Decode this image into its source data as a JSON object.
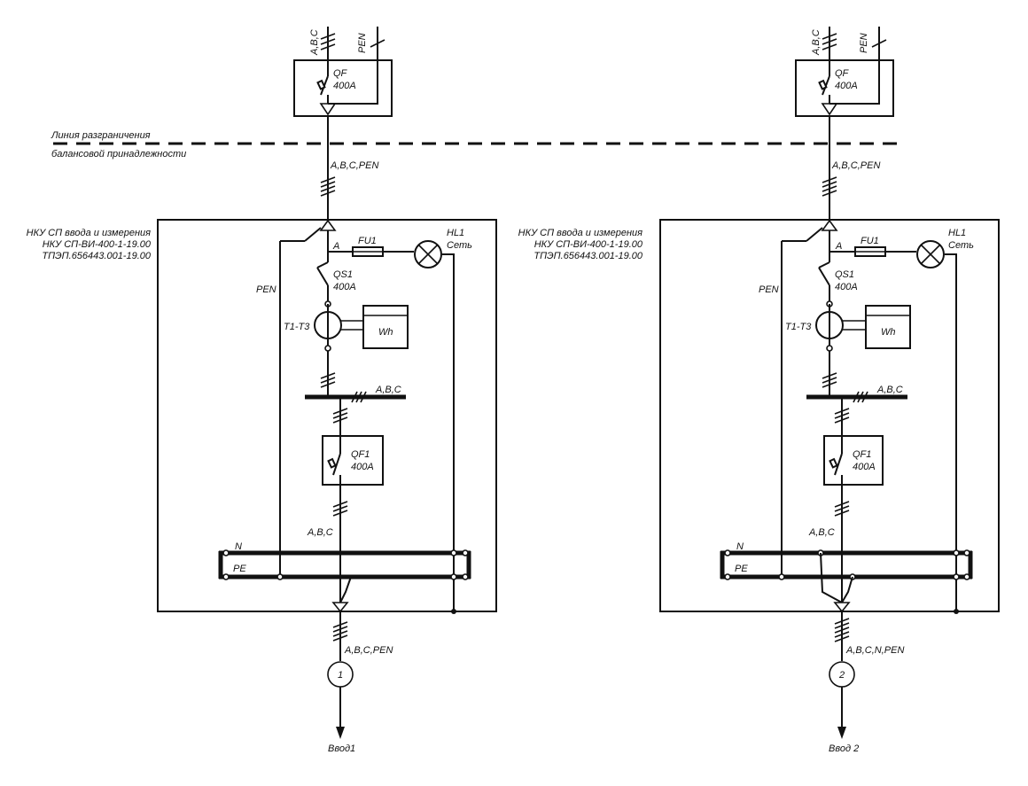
{
  "boundary": {
    "line1": "Линия разграничения",
    "line2": "балансовой принадлежности"
  },
  "panels": [
    {
      "top_phase": "A,B,C",
      "top_pen": "PEN",
      "qf_name": "QF",
      "qf_rating": "400A",
      "feed_label": "A,B,C,PEN",
      "title_1": "НКУ СП ввода и измерения",
      "title_2": "НКУ СП-ВИ-400-1-19.00",
      "title_3": "ТПЭП.656443.001-19.00",
      "phase_a": "A",
      "fu_name": "FU1",
      "hl_name": "HL1",
      "hl_label": "Сеть",
      "qs_name": "QS1",
      "qs_rating": "400A",
      "pen_label": "PEN",
      "ct_name": "T1-T3",
      "meter_label": "Wh",
      "busbar_label": "A,B,C",
      "qf1_name": "QF1",
      "qf1_rating": "400A",
      "out_phase": "A,B,C",
      "n_label": "N",
      "pe_label": "PE",
      "output_label": "A,B,C,PEN",
      "circle_number": "1",
      "input_label": "Ввод1"
    },
    {
      "top_phase": "A,B,C",
      "top_pen": "PEN",
      "qf_name": "QF",
      "qf_rating": "400A",
      "feed_label": "A,B,C,PEN",
      "title_1": "НКУ СП ввода и измерения",
      "title_2": "НКУ СП-ВИ-400-1-19.00",
      "title_3": "ТПЭП.656443.001-19.00",
      "phase_a": "A",
      "fu_name": "FU1",
      "hl_name": "HL1",
      "hl_label": "Сеть",
      "qs_name": "QS1",
      "qs_rating": "400A",
      "pen_label": "PEN",
      "ct_name": "T1-T3",
      "meter_label": "Wh",
      "busbar_label": "A,B,C",
      "qf1_name": "QF1",
      "qf1_rating": "400A",
      "out_phase": "A,B,C",
      "n_label": "N",
      "pe_label": "PE",
      "output_label": "A,B,C,N,PEN",
      "circle_number": "2",
      "input_label": "Ввод 2"
    }
  ]
}
